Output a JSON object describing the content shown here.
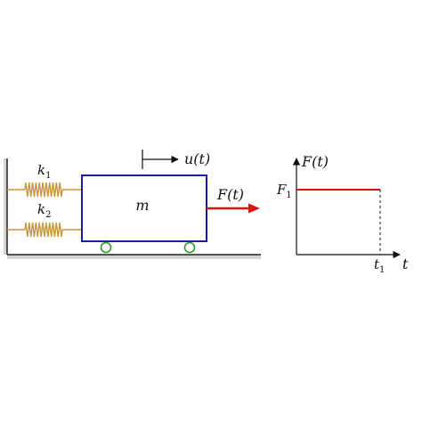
{
  "system": {
    "spring_top_label": "k",
    "spring_top_sub": "1",
    "spring_bottom_label": "k",
    "spring_bottom_sub": "2",
    "mass_label": "m",
    "displacement_label": "u(t)",
    "force_label": "F(t)"
  },
  "graph": {
    "y_axis_label": "F(t)",
    "x_axis_label": "t",
    "level_label": "F",
    "level_sub": "1",
    "time_label": "t",
    "time_sub": "1"
  },
  "chart_data": {
    "type": "line",
    "series": [
      {
        "x": [
          "0",
          "t1"
        ],
        "y": [
          "F1",
          "F1"
        ]
      }
    ]
  },
  "colors": {
    "mass_border": "#1a1aa8",
    "spring": "#c8963c",
    "wheel": "#2e9a2e",
    "force_arrow": "#e01010",
    "pulse": "#e01010",
    "ground": "#222222",
    "ground_shadow": "#d4d4d4"
  }
}
